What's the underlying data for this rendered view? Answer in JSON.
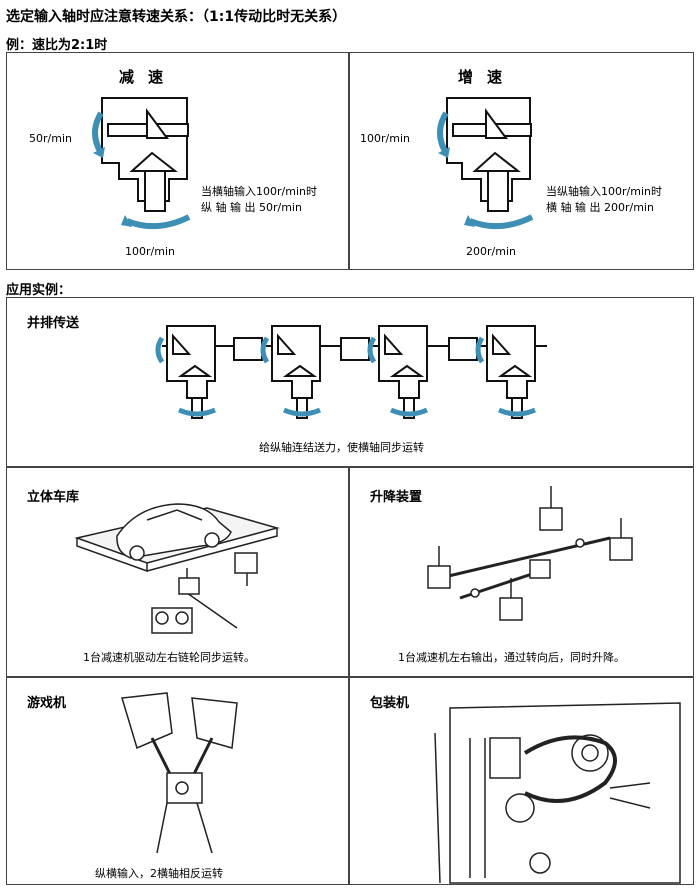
{
  "header": {
    "title": "选定输入轴时应注意转速关系：（1:1传动比时无关系）",
    "example": "例：速比为2:1时"
  },
  "reduction": {
    "heading": "减速",
    "input_speed": "50r/min",
    "output_speed": "100r/min",
    "note_line1": "当横轴输入100r/min时",
    "note_line2": "纵 轴 输 出 50r/min"
  },
  "increase": {
    "heading": "增速",
    "input_speed": "100r/min",
    "output_speed": "200r/min",
    "note_line1": "当纵轴输入100r/min时",
    "note_line2": "横 轴 输 出 200r/min"
  },
  "applications": {
    "label": "应用实例：",
    "parallel": {
      "title": "并排传送",
      "caption": "给纵轴连结送力，使横轴同步运转"
    },
    "garage": {
      "title": "立体车库",
      "caption": "1台减速机驱动左右链轮同步运转。"
    },
    "lifting": {
      "title": "升降装置",
      "caption": "1台减速机左右输出，通过转向后，同时升降。"
    },
    "game": {
      "title": "游戏机",
      "caption": "纵横输入，2横轴相反运转"
    },
    "packaging": {
      "title": "包装机"
    }
  },
  "colors": {
    "arrow": "#3d8fb5",
    "line": "#111111"
  }
}
